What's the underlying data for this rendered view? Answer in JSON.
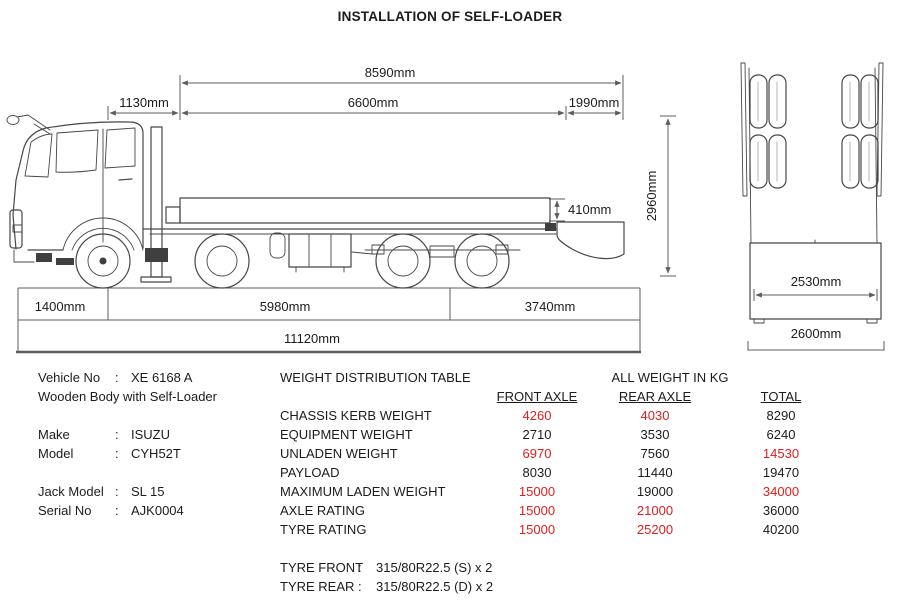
{
  "title": "INSTALLATION OF SELF-LOADER",
  "colors": {
    "accent_red": "#e11d1d",
    "line_gray": "#5c5c5c",
    "drawing_gray": "#474747"
  },
  "dims": {
    "body_overall_length": "8590mm",
    "cab_body_gap": "1130mm",
    "body_length": "6600mm",
    "tail_overhang": "1990mm",
    "overall_height": "2960mm",
    "dropside_height": "410mm",
    "front_overhang": "1400mm",
    "wheelbase": "5980mm",
    "rear_overhang": "3740mm",
    "overall_length": "11120mm",
    "rear_body_inner_width": "2530mm",
    "overall_width": "2600mm"
  },
  "vehicle_info": {
    "separator": ":",
    "vehicle_no_label": "Vehicle No",
    "vehicle_no": "XE 6168 A",
    "body_description": "Wooden Body with Self-Loader",
    "make_label": "Make",
    "make": "ISUZU",
    "model_label": "Model",
    "model": "CYH52T",
    "jack_model_label": "Jack Model",
    "jack_model": "SL 15",
    "serial_no_label": "Serial No",
    "serial_no": "AJK0004"
  },
  "weight_table": {
    "title": "WEIGHT DISTRIBUTION TABLE",
    "unit_note": "ALL WEIGHT IN KG",
    "col_front": "FRONT AXLE",
    "col_rear": "REAR AXLE",
    "col_total": "TOTAL",
    "rows": [
      {
        "label": "CHASSIS KERB WEIGHT",
        "front": "4260",
        "rear": "4030",
        "total": "8290"
      },
      {
        "label": "EQUIPMENT WEIGHT",
        "front": "2710",
        "rear": "3530",
        "total": "6240"
      },
      {
        "label": "UNLADEN WEIGHT",
        "front": "6970",
        "rear": "7560",
        "total": "14530"
      },
      {
        "label": "PAYLOAD",
        "front": "8030",
        "rear": "11440",
        "total": "19470"
      },
      {
        "label": "MAXIMUM LADEN WEIGHT",
        "front": "15000",
        "rear": "19000",
        "total": "34000"
      },
      {
        "label": "AXLE RATING",
        "front": "15000",
        "rear": "21000",
        "total": "36000"
      },
      {
        "label": "TYRE RATING",
        "front": "15000",
        "rear": "25200",
        "total": "40200"
      }
    ]
  },
  "tyre_info": {
    "separator": ":",
    "front_label": "TYRE FRONT",
    "front_value": "315/80R22.5 (S) x 2",
    "rear_label": "TYRE REAR",
    "rear_value": "315/80R22.5 (D) x 2"
  }
}
